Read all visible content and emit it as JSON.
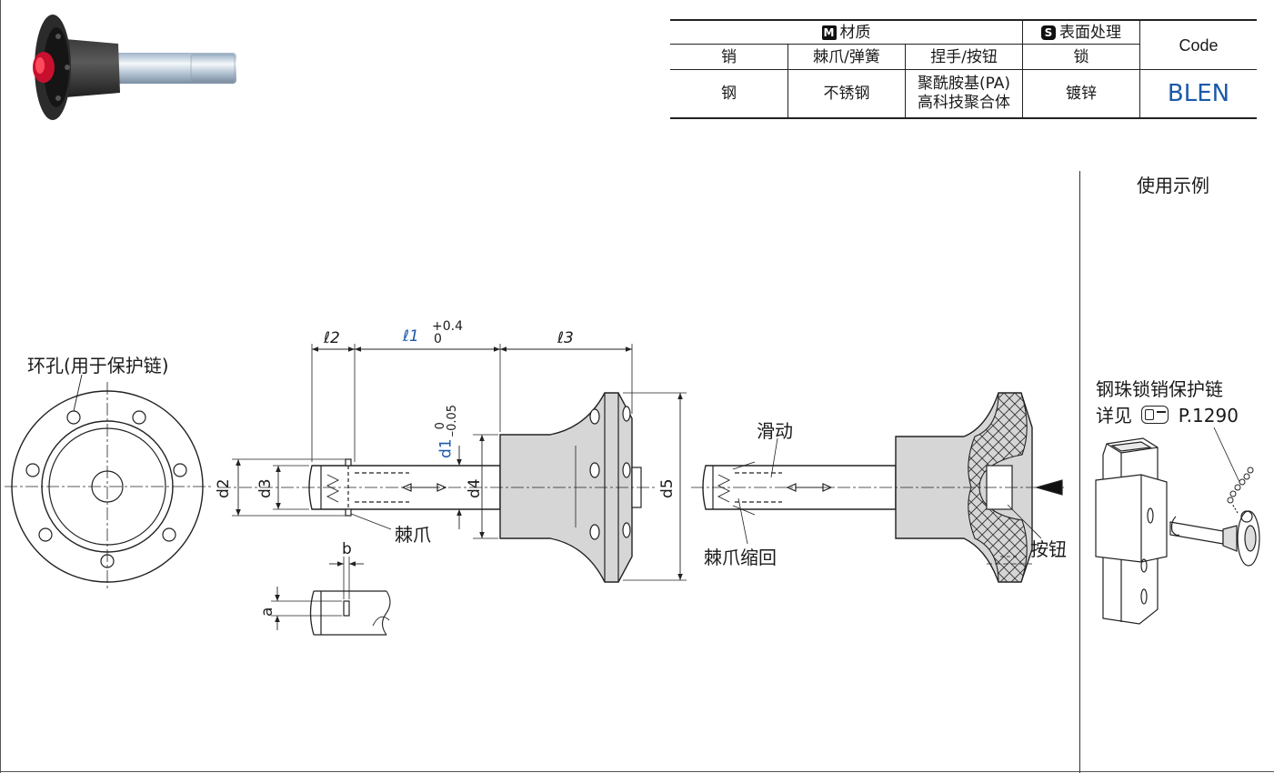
{
  "table": {
    "material_header": "材质",
    "material_badge": "M",
    "surface_header": "表面处理",
    "surface_badge": "S",
    "code_header": "Code",
    "col_pin": "销",
    "col_pawl": "棘爪/弹簧",
    "col_grip": "捏手/按钮",
    "col_lock": "锁",
    "val_pin": "钢",
    "val_pawl": "不锈钢",
    "val_grip_line1": "聚酰胺基(PA)",
    "val_grip_line2": "高科技聚合体",
    "val_lock": "镀锌",
    "val_code": "BLEN"
  },
  "drawing": {
    "ring_hole_label": "环孔(用于保护链)",
    "pawl_label": "棘爪",
    "slide_label": "滑动",
    "pawl_retract_label": "棘爪缩回",
    "button_label": "按钮",
    "dim_l2": "ℓ2",
    "dim_l1": "ℓ1",
    "dim_l1_tol_upper": "+0.4",
    "dim_l1_tol_lower": "0",
    "dim_l3": "ℓ3",
    "dim_d1": "d1",
    "dim_d1_tol_upper": "0",
    "dim_d1_tol_lower": "–0.05",
    "dim_d2": "d2",
    "dim_d3": "d3",
    "dim_d4": "d4",
    "dim_d5": "d5",
    "dim_a": "a",
    "dim_b": "b"
  },
  "usage": {
    "title": "使用示例",
    "chain_line1": "钢珠锁销保护链",
    "chain_line2_prefix": "详见",
    "chain_page": "P.1290"
  },
  "colors": {
    "accent_blue": "#1a5aa8",
    "handle_gray": "#d6d6d6",
    "line": "#222222"
  }
}
